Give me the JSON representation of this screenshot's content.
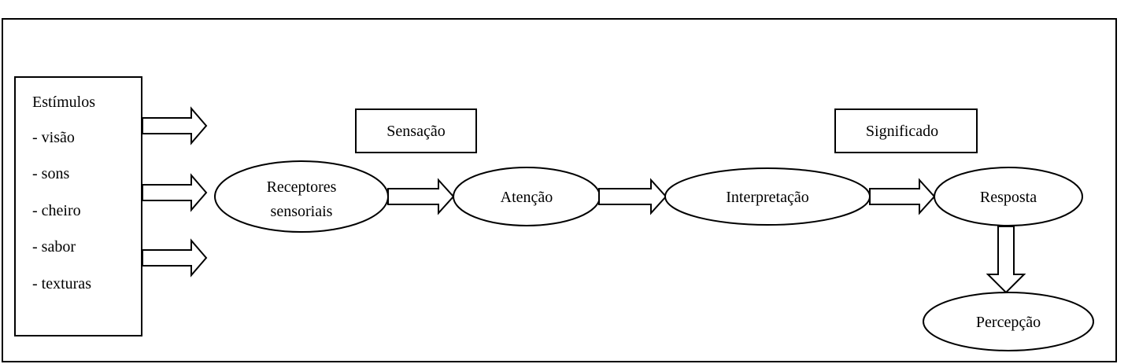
{
  "stimuli": {
    "title": "Estímulos",
    "items": [
      "- visão",
      "- sons",
      "- cheiro",
      "- sabor",
      "- texturas"
    ]
  },
  "labels": {
    "sensacao": "Sensação",
    "significado": "Significado"
  },
  "nodes": {
    "receptores_line1": "Receptores",
    "receptores_line2": "sensoriais",
    "atencao": "Atenção",
    "interpretacao": "Interpretação",
    "resposta": "Resposta",
    "percepcao": "Percepção"
  },
  "colors": {
    "stroke": "#000000",
    "fill": "#ffffff"
  }
}
